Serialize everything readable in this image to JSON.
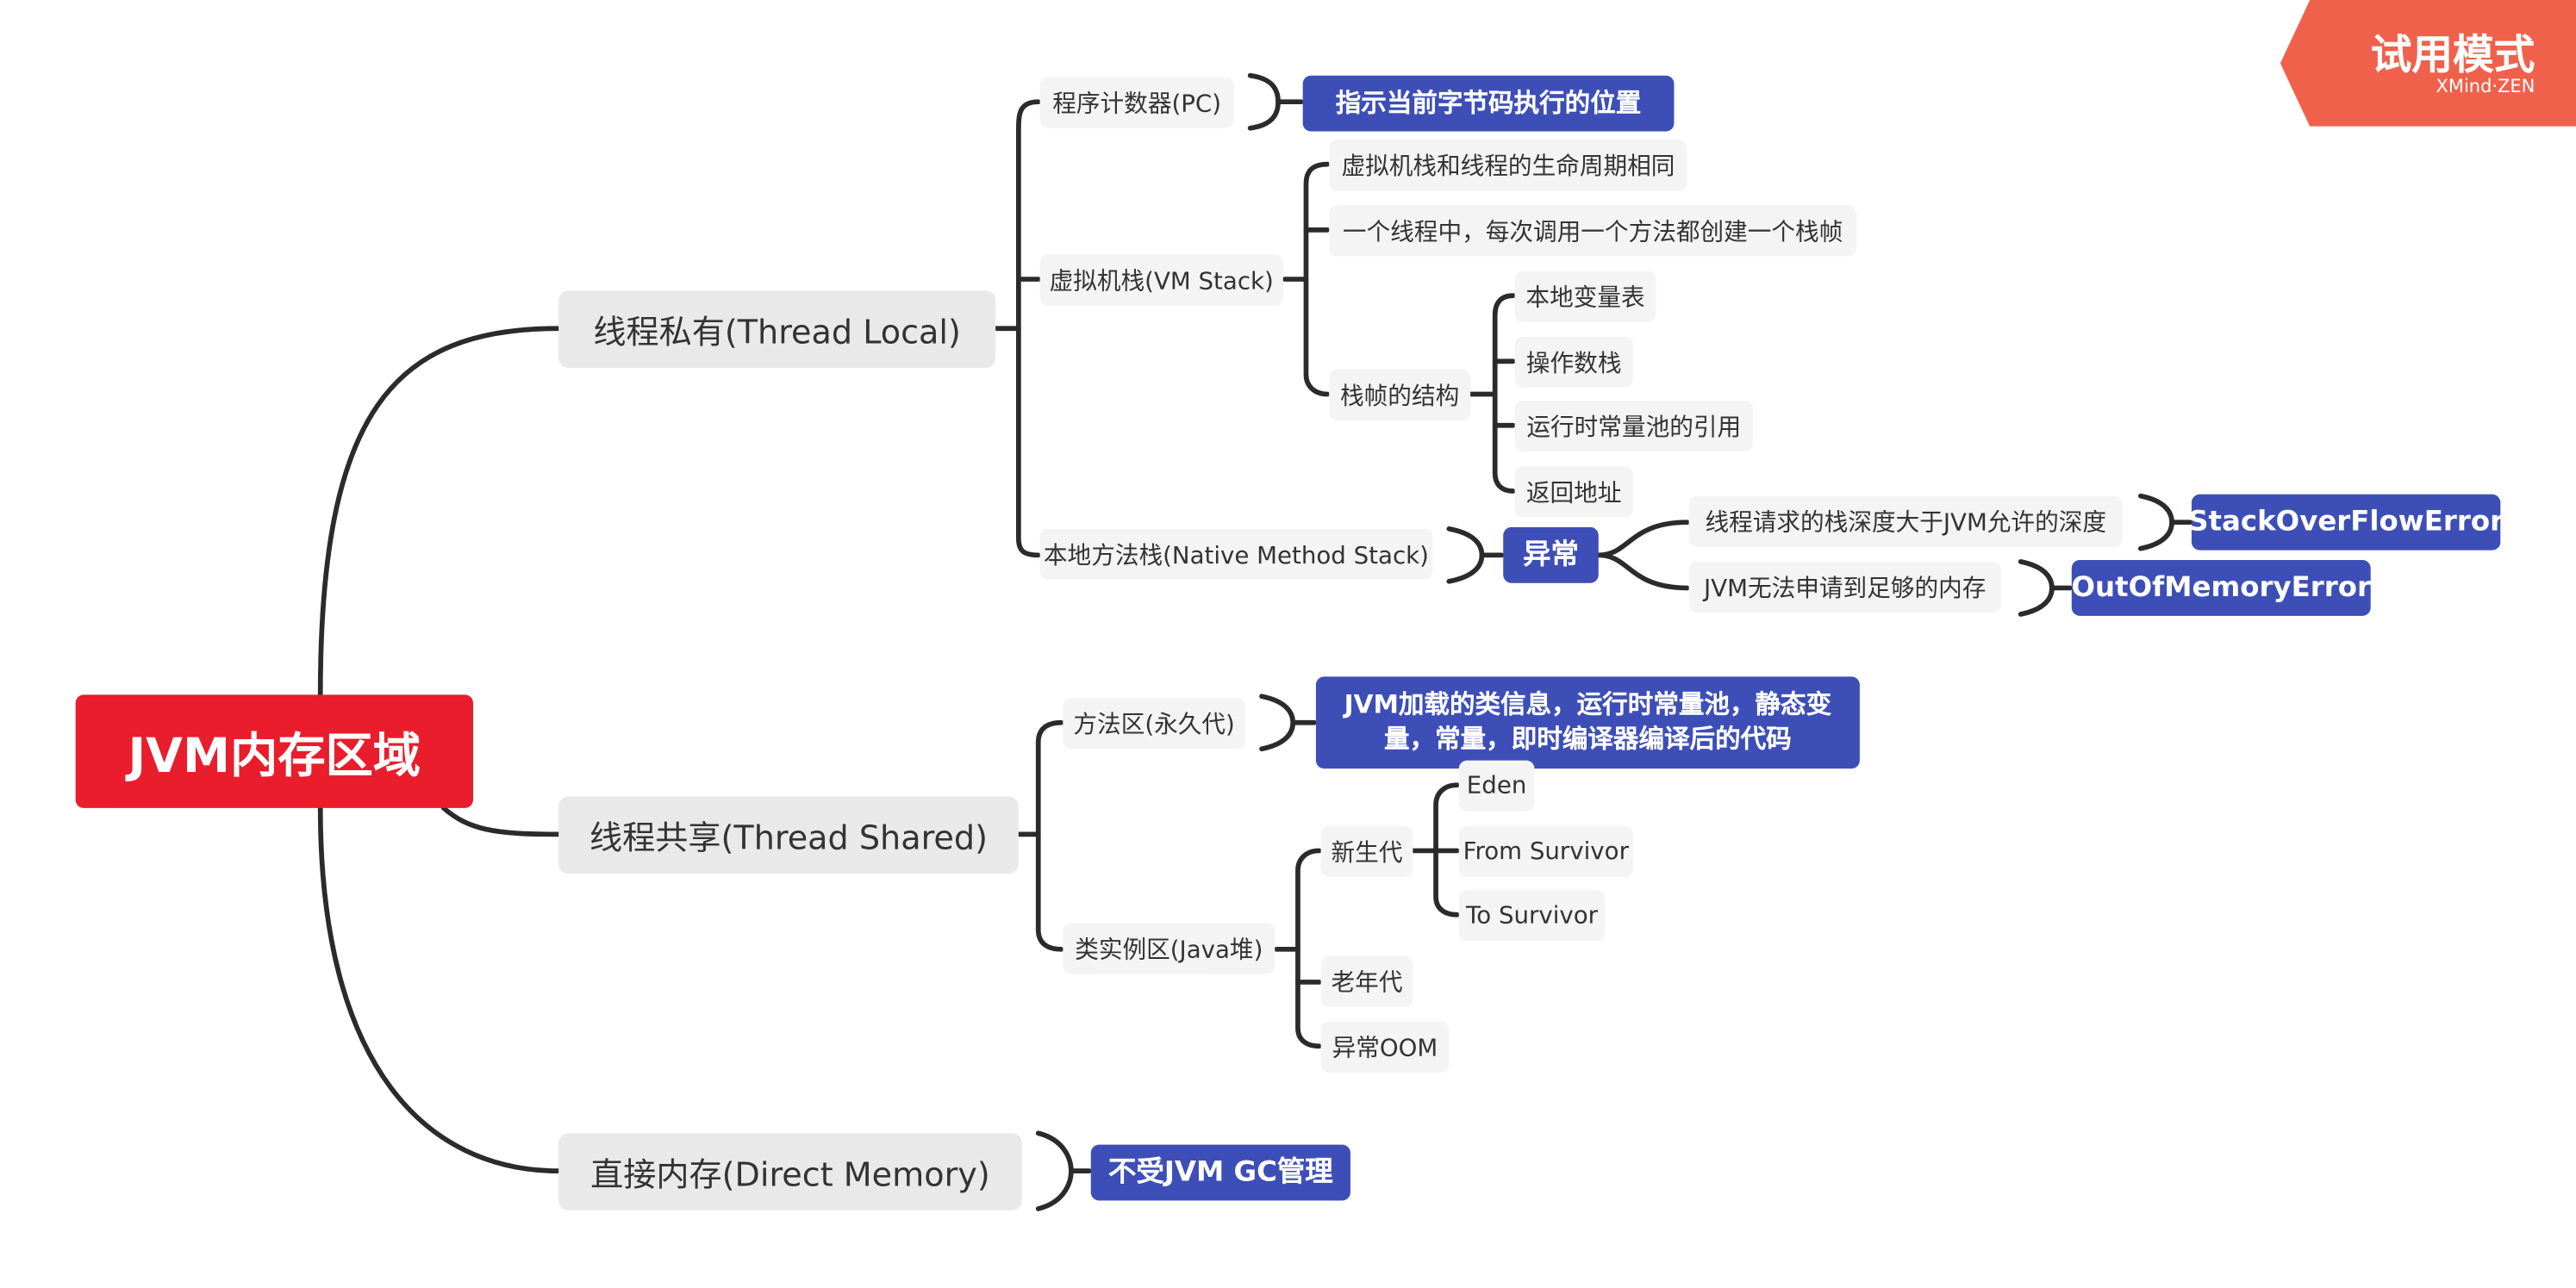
{
  "trial_badge": {
    "title": "试用模式",
    "brand": "XMind·ZEN",
    "color": "#f0614c"
  },
  "colors": {
    "root": "#e91d2c",
    "highlight": "#3d4eb7",
    "topic": "#e9e9e9",
    "subtopic": "#f4f4f4",
    "line": "#2b2b2b"
  },
  "root": {
    "label": "JVM内存区域"
  },
  "thread_local": {
    "label": "线程私有(Thread Local)",
    "pc": {
      "label": "程序计数器(PC)",
      "note": "指示当前字节码执行的位置"
    },
    "vm_stack": {
      "label": "虚拟机栈(VM Stack)",
      "items": [
        "虚拟机栈和线程的生命周期相同",
        "一个线程中，每次调用一个方法都创建一个栈帧"
      ],
      "frame": {
        "label": "栈帧的结构",
        "items": [
          "本地变量表",
          "操作数栈",
          "运行时常量池的引用",
          "返回地址"
        ]
      }
    },
    "native_stack": {
      "label": "本地方法栈(Native Method Stack)",
      "exception": "异常",
      "cases": [
        {
          "label": "线程请求的栈深度大于JVM允许的深度",
          "error": "StackOverFlowError"
        },
        {
          "label": "JVM无法申请到足够的内存",
          "error": "OutOfMemoryError"
        }
      ]
    }
  },
  "thread_shared": {
    "label": "线程共享(Thread Shared)",
    "method_area": {
      "label": "方法区(永久代)",
      "note": "JVM加载的类信息，运行时常量池，静态变量，常量，即时编译器编译后的代码"
    },
    "heap": {
      "label": "类实例区(Java堆)",
      "young": {
        "label": "新生代",
        "items": [
          "Eden",
          "From Survivor",
          "To Survivor"
        ]
      },
      "old": "老年代",
      "oom": "异常OOM"
    }
  },
  "direct_memory": {
    "label": "直接内存(Direct Memory)",
    "note": "不受JVM GC管理"
  }
}
